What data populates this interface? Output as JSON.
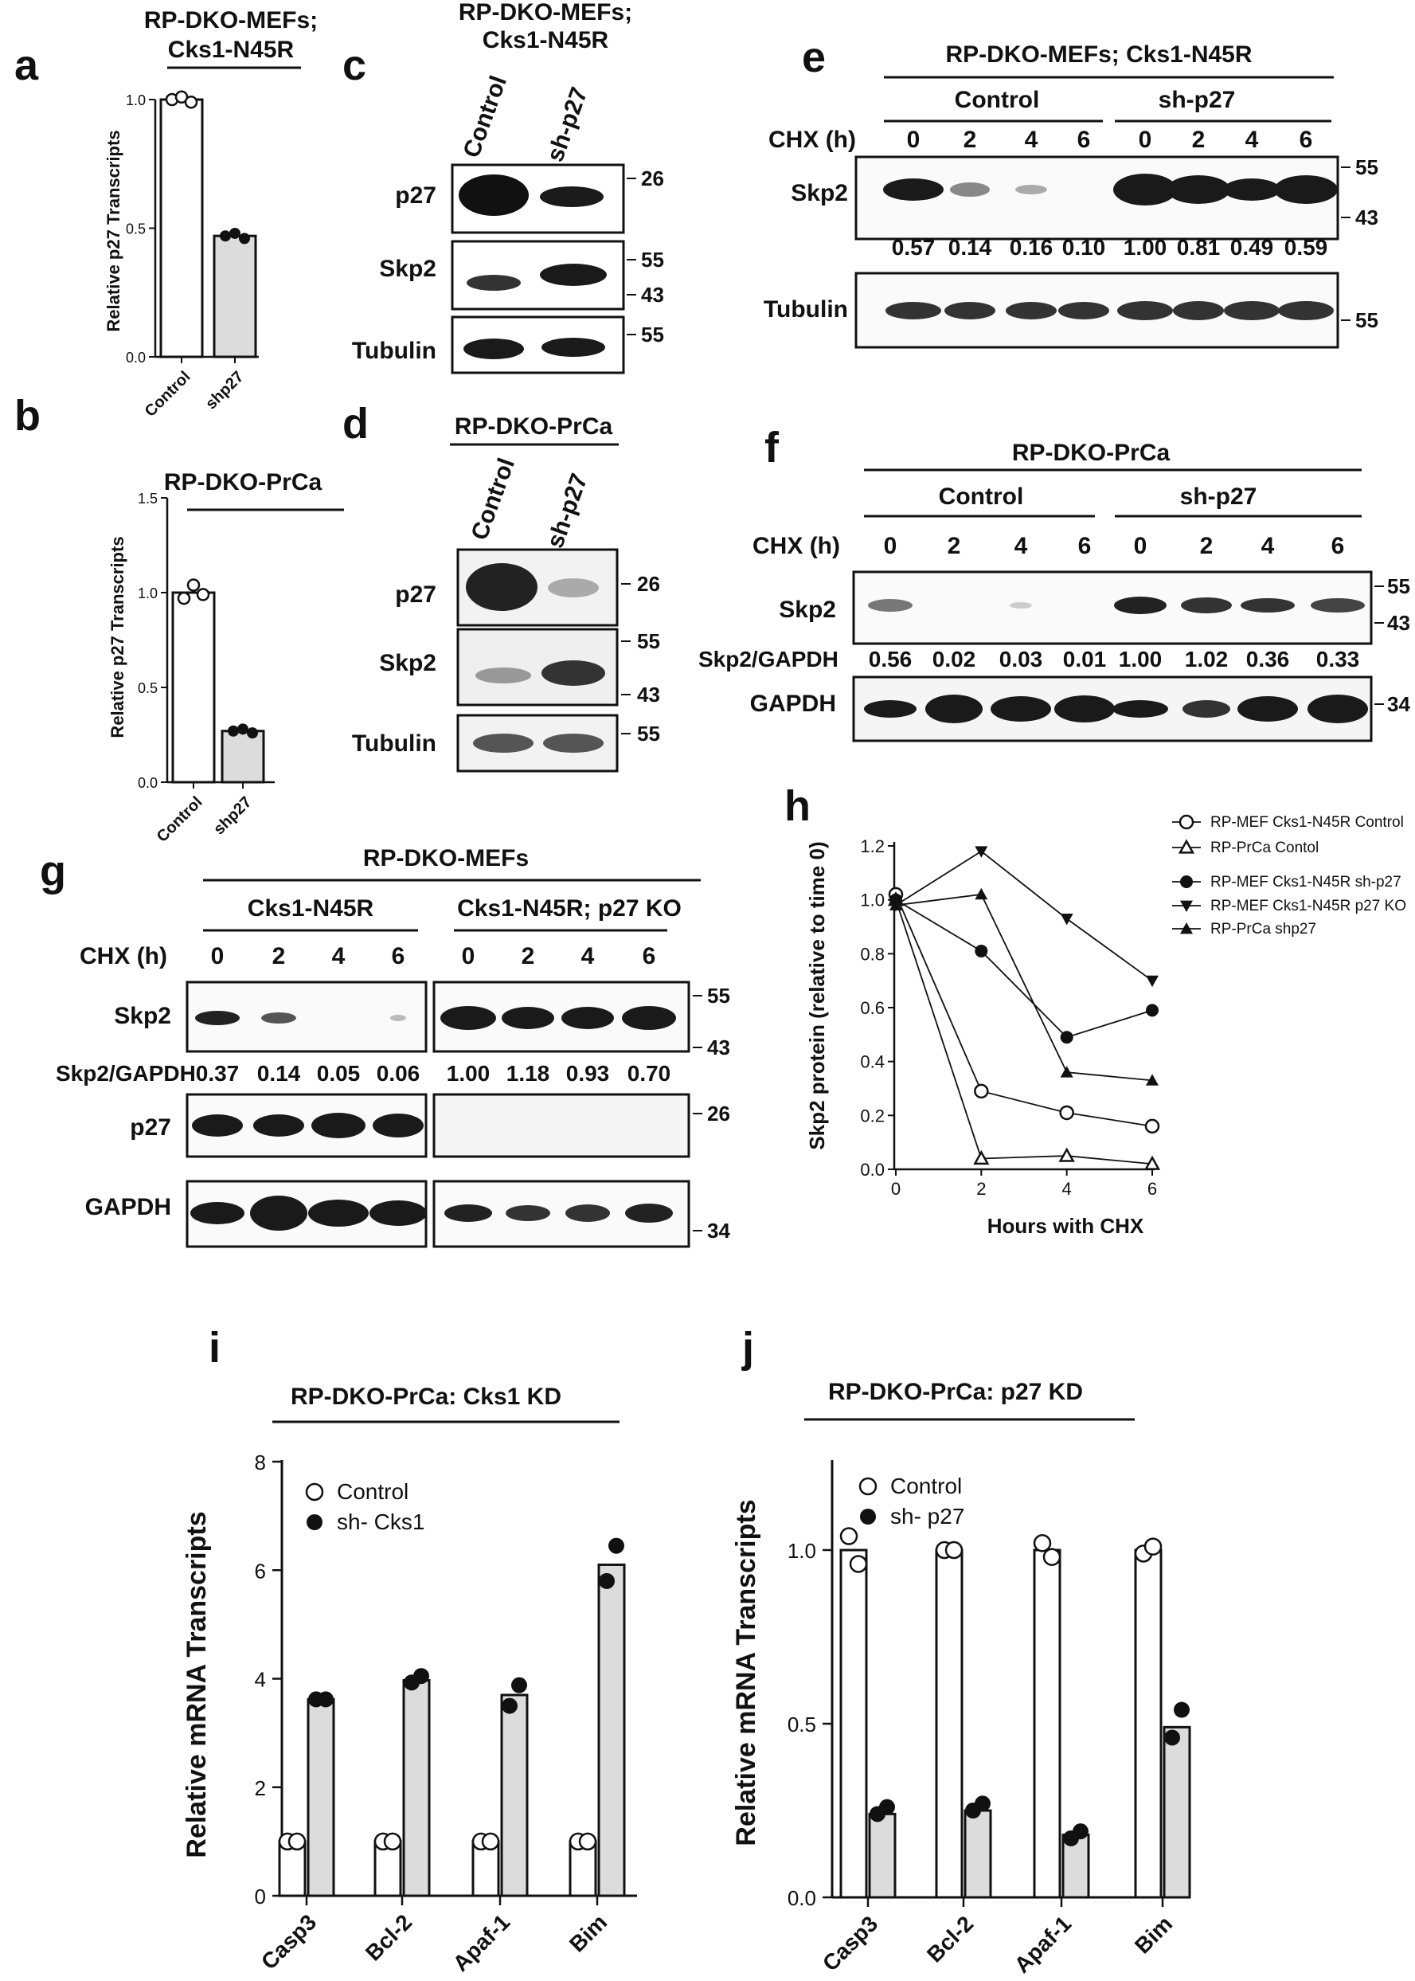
{
  "panel_letters": {
    "a": "a",
    "b": "b",
    "c": "c",
    "d": "d",
    "e": "e",
    "f": "f",
    "g": "g",
    "h": "h",
    "i": "i",
    "j": "j"
  },
  "colors": {
    "ink": "#111111",
    "bar_fill": "#dcdcdc",
    "band": "#1a1a1a"
  },
  "blots": {
    "c": {
      "title_line1": "RP-DKO-MEFs;",
      "title_line2": "Cks1-N45R",
      "lanes": [
        "Control",
        "sh-p27"
      ],
      "rows": [
        "p27",
        "Skp2",
        "Tubulin"
      ],
      "mw": [
        "26",
        "55",
        "43",
        "55"
      ]
    },
    "d": {
      "title": "RP-DKO-PrCa",
      "lanes": [
        "Control",
        "sh-p27"
      ],
      "rows": [
        "p27",
        "Skp2",
        "Tubulin"
      ],
      "mw": [
        "26",
        "55",
        "43",
        "55"
      ]
    },
    "e": {
      "title": "RP-DKO-MEFs; Cks1-N45R",
      "group1": "Control",
      "group2": "sh-p27",
      "chx_label": "CHX (h)",
      "times": [
        "0",
        "2",
        "4",
        "6",
        "0",
        "2",
        "4",
        "6"
      ],
      "rows": [
        "Skp2",
        "Tubulin"
      ],
      "quant": [
        "0.57",
        "0.14",
        "0.16",
        "0.10",
        "1.00",
        "0.81",
        "0.49",
        "0.59"
      ],
      "mw": [
        "55",
        "43",
        "55"
      ]
    },
    "f": {
      "title": "RP-DKO-PrCa",
      "group1": "Control",
      "group2": "sh-p27",
      "chx_label": "CHX (h)",
      "times": [
        "0",
        "2",
        "4",
        "6",
        "0",
        "2",
        "4",
        "6"
      ],
      "rows": [
        "Skp2",
        "GAPDH"
      ],
      "quant_label": "Skp2/GAPDH",
      "quant": [
        "0.56",
        "0.02",
        "0.03",
        "0.01",
        "1.00",
        "1.02",
        "0.36",
        "0.33"
      ],
      "mw": [
        "55",
        "43",
        "34"
      ]
    },
    "g": {
      "title": "RP-DKO-MEFs",
      "group1": "Cks1-N45R",
      "group2": "Cks1-N45R; p27 KO",
      "chx_label": "CHX (h)",
      "times": [
        "0",
        "2",
        "4",
        "6",
        "0",
        "2",
        "4",
        "6"
      ],
      "rows": [
        "Skp2",
        "p27",
        "GAPDH"
      ],
      "quant_label": "Skp2/GAPDH",
      "quant": [
        "0.37",
        "0.14",
        "0.05",
        "0.06",
        "1.00",
        "1.18",
        "0.93",
        "0.70"
      ],
      "mw": [
        "55",
        "43",
        "26",
        "34"
      ]
    }
  },
  "chart_data": [
    {
      "panel": "a",
      "type": "bar",
      "title_line1": "RP-DKO-MEFs;",
      "title_line2": "Cks1-N45R",
      "ylabel": "Relative p27 Transcripts",
      "categories": [
        "Control",
        "shp27"
      ],
      "values": [
        1.0,
        0.47
      ],
      "points": [
        [
          1.0,
          1.01,
          0.99
        ],
        [
          0.47,
          0.48,
          0.46
        ]
      ],
      "ylim": [
        0,
        1.0
      ],
      "yticks": [
        "0.0",
        "0.5",
        "1.0"
      ]
    },
    {
      "panel": "b",
      "type": "bar",
      "title": "RP-DKO-PrCa",
      "ylabel": "Relative p27 Transcripts",
      "categories": [
        "Control",
        "shp27"
      ],
      "values": [
        1.0,
        0.27
      ],
      "points": [
        [
          0.97,
          1.04,
          0.99
        ],
        [
          0.27,
          0.28,
          0.26
        ]
      ],
      "ylim": [
        0,
        1.5
      ],
      "yticks": [
        "0.0",
        "0.5",
        "1.0",
        "1.5"
      ]
    },
    {
      "panel": "h",
      "type": "line",
      "xlabel": "Hours with CHX",
      "ylabel": "Skp2 protein (relative to time 0)",
      "x": [
        0,
        2,
        4,
        6
      ],
      "xticks": [
        "0",
        "2",
        "4",
        "6"
      ],
      "yticks": [
        "0.0",
        "0.2",
        "0.4",
        "0.6",
        "0.8",
        "1.0",
        "1.2"
      ],
      "ylim": [
        0,
        1.2
      ],
      "series": [
        {
          "name": "RP-MEF Cks1-N45R Control",
          "marker": "circle-open",
          "values": [
            1.02,
            0.29,
            0.21,
            0.16
          ]
        },
        {
          "name": "RP-PrCa Contol",
          "marker": "triangle-open",
          "values": [
            1.0,
            0.04,
            0.05,
            0.02
          ]
        },
        {
          "name": "RP-MEF Cks1-N45R sh-p27",
          "marker": "circle",
          "values": [
            1.0,
            0.81,
            0.49,
            0.59
          ]
        },
        {
          "name": "RP-MEF Cks1-N45R p27 KO",
          "marker": "triangle-down",
          "values": [
            0.98,
            1.18,
            0.93,
            0.7
          ]
        },
        {
          "name": "RP-PrCa shp27",
          "marker": "triangle",
          "values": [
            0.98,
            1.02,
            0.36,
            0.33
          ]
        }
      ]
    },
    {
      "panel": "i",
      "type": "bar",
      "title": "RP-DKO-PrCa: Cks1 KD",
      "ylabel": "Relative mRNA Transcripts",
      "categories": [
        "Casp3",
        "Bcl-2",
        "Apaf-1",
        "Bim"
      ],
      "ylim": [
        0,
        8
      ],
      "yticks": [
        "0",
        "2",
        "4",
        "6",
        "8"
      ],
      "series": [
        {
          "name": "Control",
          "values": [
            1.0,
            1.0,
            1.0,
            1.0
          ],
          "points": [
            [
              1.0,
              1.0
            ],
            [
              1.0,
              1.0
            ],
            [
              1.0,
              1.0
            ],
            [
              1.0,
              1.0
            ]
          ]
        },
        {
          "name": "sh- Cks1",
          "values": [
            3.62,
            3.97,
            3.7,
            6.1
          ],
          "points": [
            [
              3.62,
              3.62
            ],
            [
              3.93,
              4.05
            ],
            [
              3.5,
              3.88
            ],
            [
              5.8,
              6.45
            ]
          ]
        }
      ]
    },
    {
      "panel": "j",
      "type": "bar",
      "title": "RP-DKO-PrCa: p27 KD",
      "ylabel": "Relative mRNA Transcripts",
      "categories": [
        "Casp3",
        "Bcl-2",
        "Apaf-1",
        "Bim"
      ],
      "ylim": [
        0,
        1.25
      ],
      "yticks": [
        "0.0",
        "0.5",
        "1.0"
      ],
      "series": [
        {
          "name": "Control",
          "values": [
            1.0,
            1.0,
            1.0,
            1.0
          ],
          "points": [
            [
              1.04,
              0.96
            ],
            [
              1.0,
              1.0
            ],
            [
              1.02,
              0.98
            ],
            [
              0.99,
              1.01
            ]
          ]
        },
        {
          "name": "sh- p27",
          "values": [
            0.24,
            0.25,
            0.18,
            0.49
          ],
          "points": [
            [
              0.24,
              0.26
            ],
            [
              0.25,
              0.27
            ],
            [
              0.17,
              0.19
            ],
            [
              0.46,
              0.54
            ]
          ]
        }
      ]
    }
  ]
}
